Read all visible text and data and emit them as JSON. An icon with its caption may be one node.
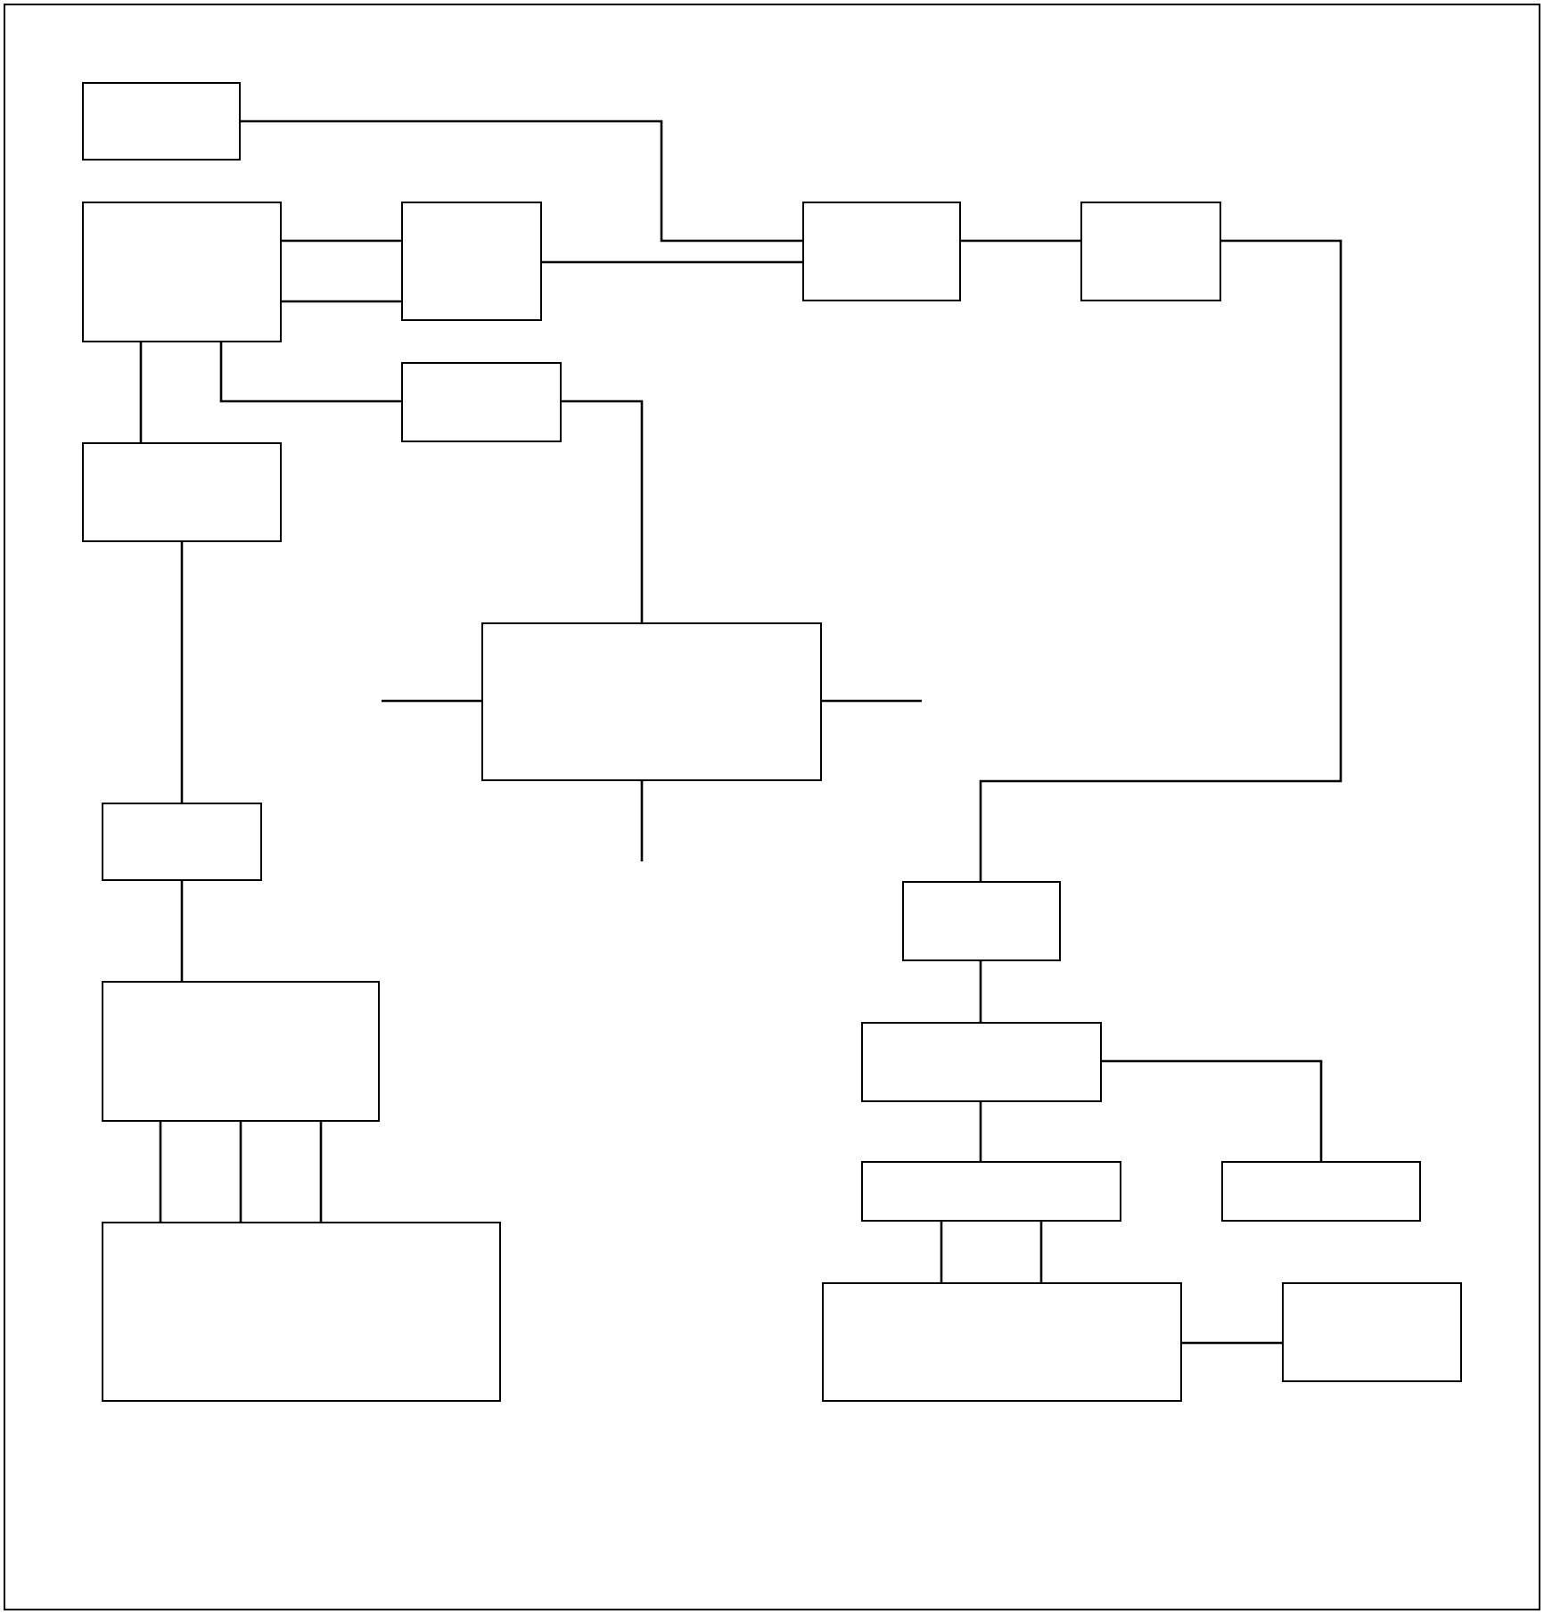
{
  "diagram": {
    "nodes": [
      {
        "text": [],
        "shape": "box"
      },
      {
        "text": [],
        "shape": "box"
      },
      {
        "text": [],
        "shape": "box"
      },
      {
        "text": [],
        "shape": "box"
      },
      {
        "text": [],
        "shape": "box"
      },
      {
        "text": [],
        "shape": "box"
      },
      {
        "text": [],
        "shape": "box"
      },
      {
        "text": [],
        "shape": "box"
      },
      {
        "text": [],
        "shape": "box"
      },
      {
        "text": [],
        "shape": "box"
      },
      {
        "text": [],
        "shape": "box"
      },
      {
        "text": [],
        "shape": "box"
      },
      {
        "text": [],
        "shape": "box"
      },
      {
        "text": [],
        "shape": "box"
      },
      {
        "text": [],
        "shape": "box"
      },
      {
        "text": [],
        "shape": "box"
      },
      {
        "text": [],
        "shape": "box"
      }
    ],
    "edges": [
      {
        "from": 0,
        "to": 3,
        "arrow": "none"
      },
      {
        "from": 1,
        "to": 2,
        "arrow": "none"
      },
      {
        "from": 1,
        "to": 2,
        "arrow": "none"
      },
      {
        "from": 2,
        "to": 3,
        "arrow": "none"
      },
      {
        "from": 3,
        "to": 4,
        "arrow": "none"
      },
      {
        "from": 4,
        "to": 9,
        "arrow": "none"
      },
      {
        "from": 1,
        "to": 6,
        "arrow": "none"
      },
      {
        "from": 1,
        "to": 5,
        "arrow": "none"
      },
      {
        "from": 5,
        "to": 7,
        "arrow": "none"
      },
      {
        "from": null,
        "to": 7,
        "arrow": "none"
      },
      {
        "from": 7,
        "to": null,
        "arrow": "none"
      },
      {
        "from": 7,
        "to": null,
        "arrow": "none"
      },
      {
        "from": 6,
        "to": 8,
        "arrow": "none"
      },
      {
        "from": 8,
        "to": 10,
        "arrow": "none"
      },
      {
        "from": 10,
        "to": 14,
        "arrow": "none"
      },
      {
        "from": 10,
        "to": 14,
        "arrow": "none"
      },
      {
        "from": 10,
        "to": 14,
        "arrow": "none"
      },
      {
        "from": 9,
        "to": 11,
        "arrow": "none"
      },
      {
        "from": 11,
        "to": 13,
        "arrow": "none"
      },
      {
        "from": 11,
        "to": 12,
        "arrow": "none"
      },
      {
        "from": 12,
        "to": 15,
        "arrow": "none"
      },
      {
        "from": 12,
        "to": 15,
        "arrow": "none"
      },
      {
        "from": 15,
        "to": 16,
        "arrow": "none"
      }
    ]
  }
}
